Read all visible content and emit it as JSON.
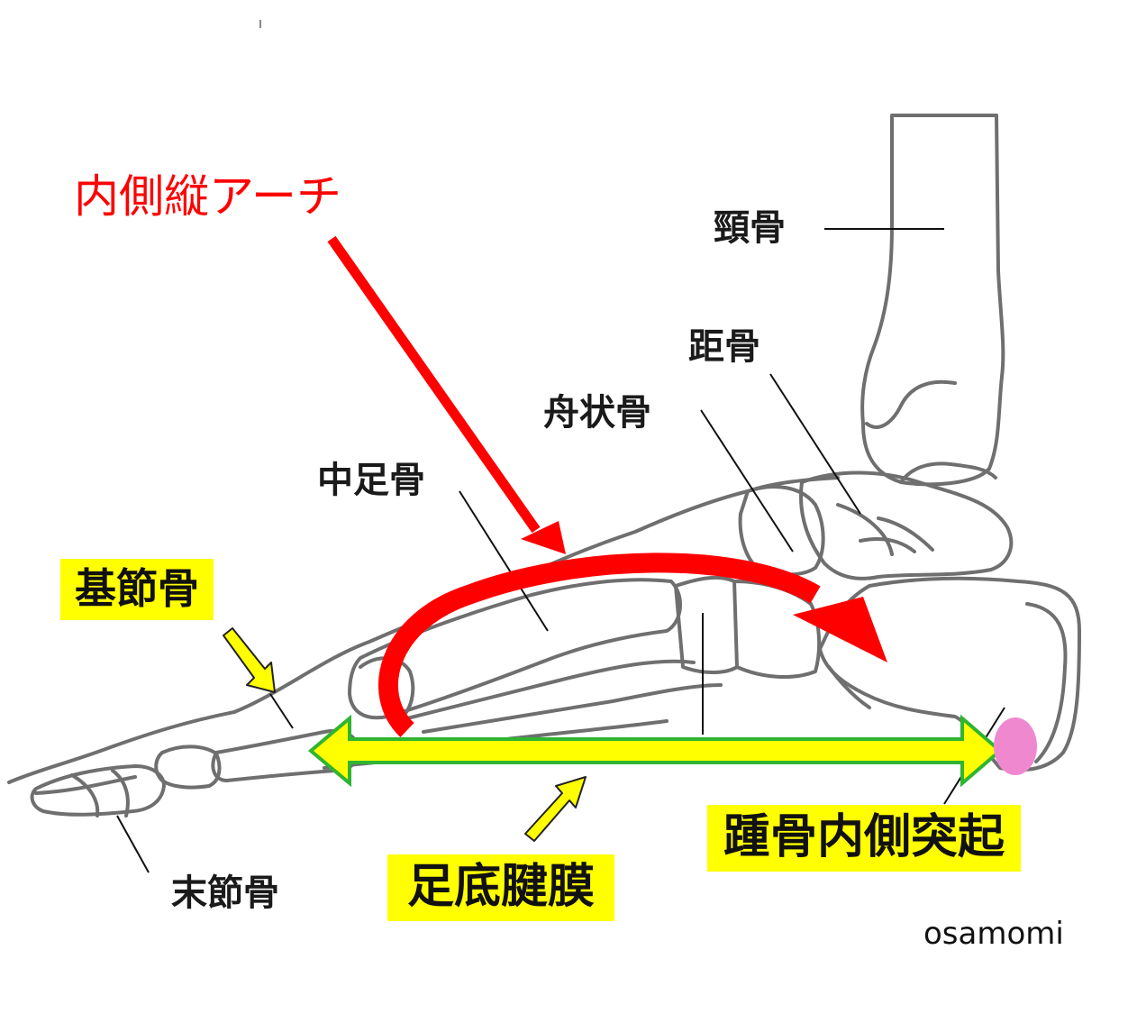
{
  "colors": {
    "bone_outline": "#6f6f6f",
    "arch_arrow": "#ff0000",
    "highlight": "#ffff00",
    "fascia_fill": "#ffff00",
    "fascia_stroke": "#2fb52f",
    "heel_marker": "#f088d0",
    "pointer_fill": "#ffff00",
    "label_text": "#1a1a1a"
  },
  "labels": {
    "arch_title": "内側縦アーチ",
    "tibia": "頸骨",
    "talus": "距骨",
    "navicular": "舟状骨",
    "metatarsal": "中足骨",
    "proximal_phalanx": "基節骨",
    "distal_phalanx": "末節骨",
    "plantar_fascia": "足底腱膜",
    "calcaneal_medial_process": "踵骨内側突起"
  },
  "credit": "osamomi"
}
